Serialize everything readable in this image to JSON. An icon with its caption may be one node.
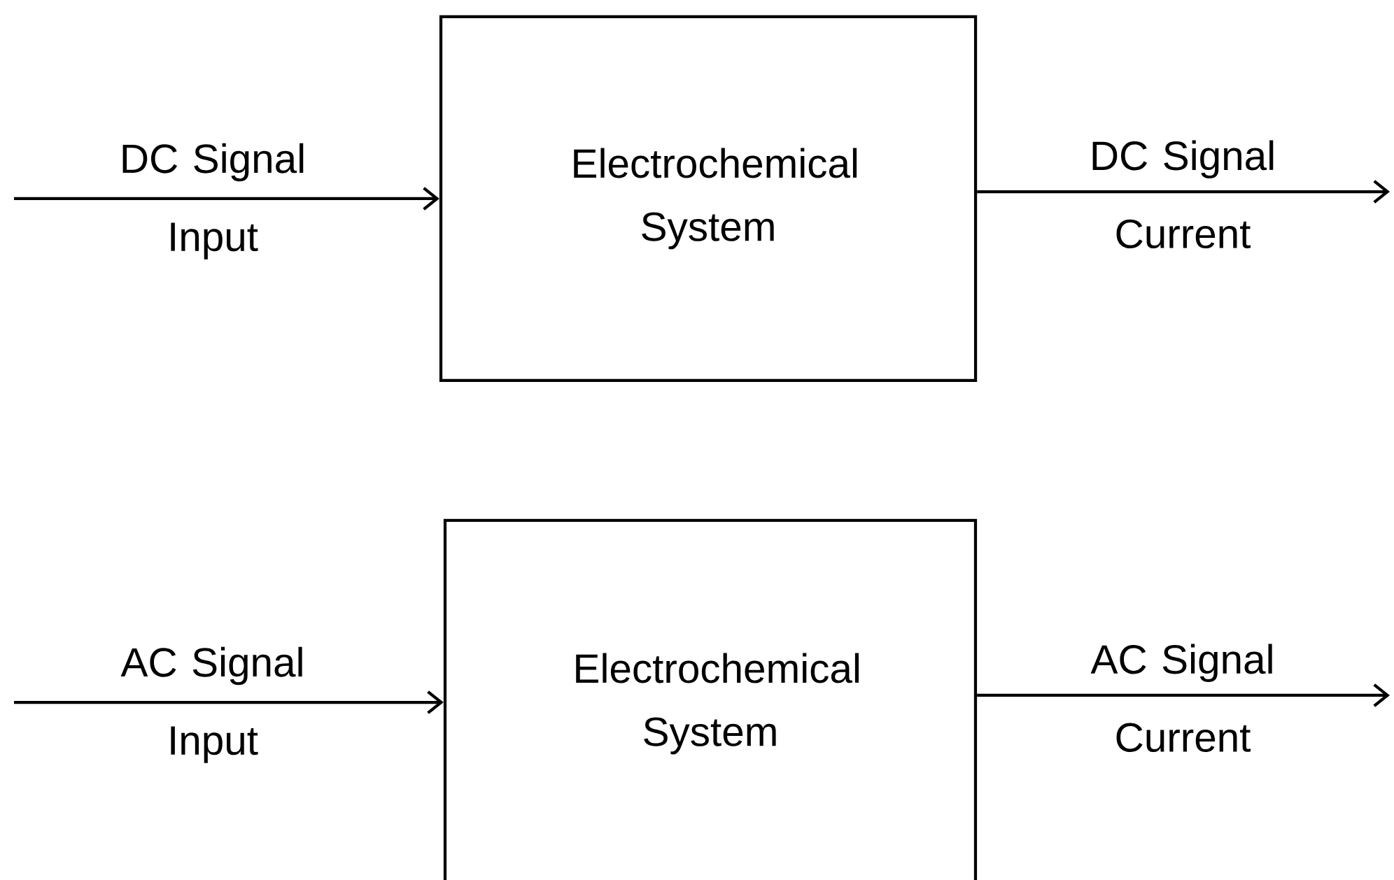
{
  "diagram": {
    "nodes": [
      {
        "text": [
          "Electrochemical System"
        ]
      },
      {
        "text": [
          "Electrochemical System"
        ]
      }
    ],
    "edges": [
      {
        "from": null,
        "to": 0,
        "arrow": "to",
        "label": "DC Signal Input"
      },
      {
        "from": 0,
        "to": null,
        "arrow": "to",
        "label": "DC Signal Current"
      },
      {
        "from": null,
        "to": 1,
        "arrow": "to",
        "label": "AC Signal Input"
      },
      {
        "from": 1,
        "to": null,
        "arrow": "to",
        "label": "AC Signal Current"
      }
    ]
  }
}
